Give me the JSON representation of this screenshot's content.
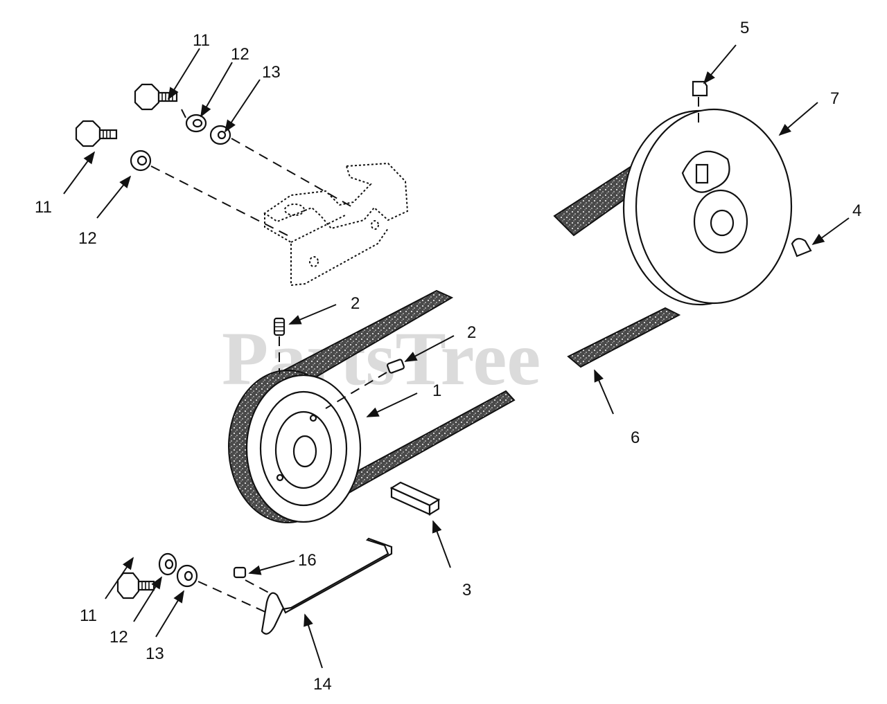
{
  "watermark": "PartsTree",
  "callouts": {
    "c1": "1",
    "c2a": "2",
    "c2b": "2",
    "c3": "3",
    "c4": "4",
    "c5": "5",
    "c6": "6",
    "c7": "7",
    "c11a": "11",
    "c11b": "11",
    "c11c": "11",
    "c12a": "12",
    "c12b": "12",
    "c12c": "12",
    "c13a": "13",
    "c13b": "13",
    "c14": "14",
    "c16": "16"
  },
  "colors": {
    "ink": "#111111",
    "watermark": "#cfcfcf",
    "background": "#ffffff"
  }
}
